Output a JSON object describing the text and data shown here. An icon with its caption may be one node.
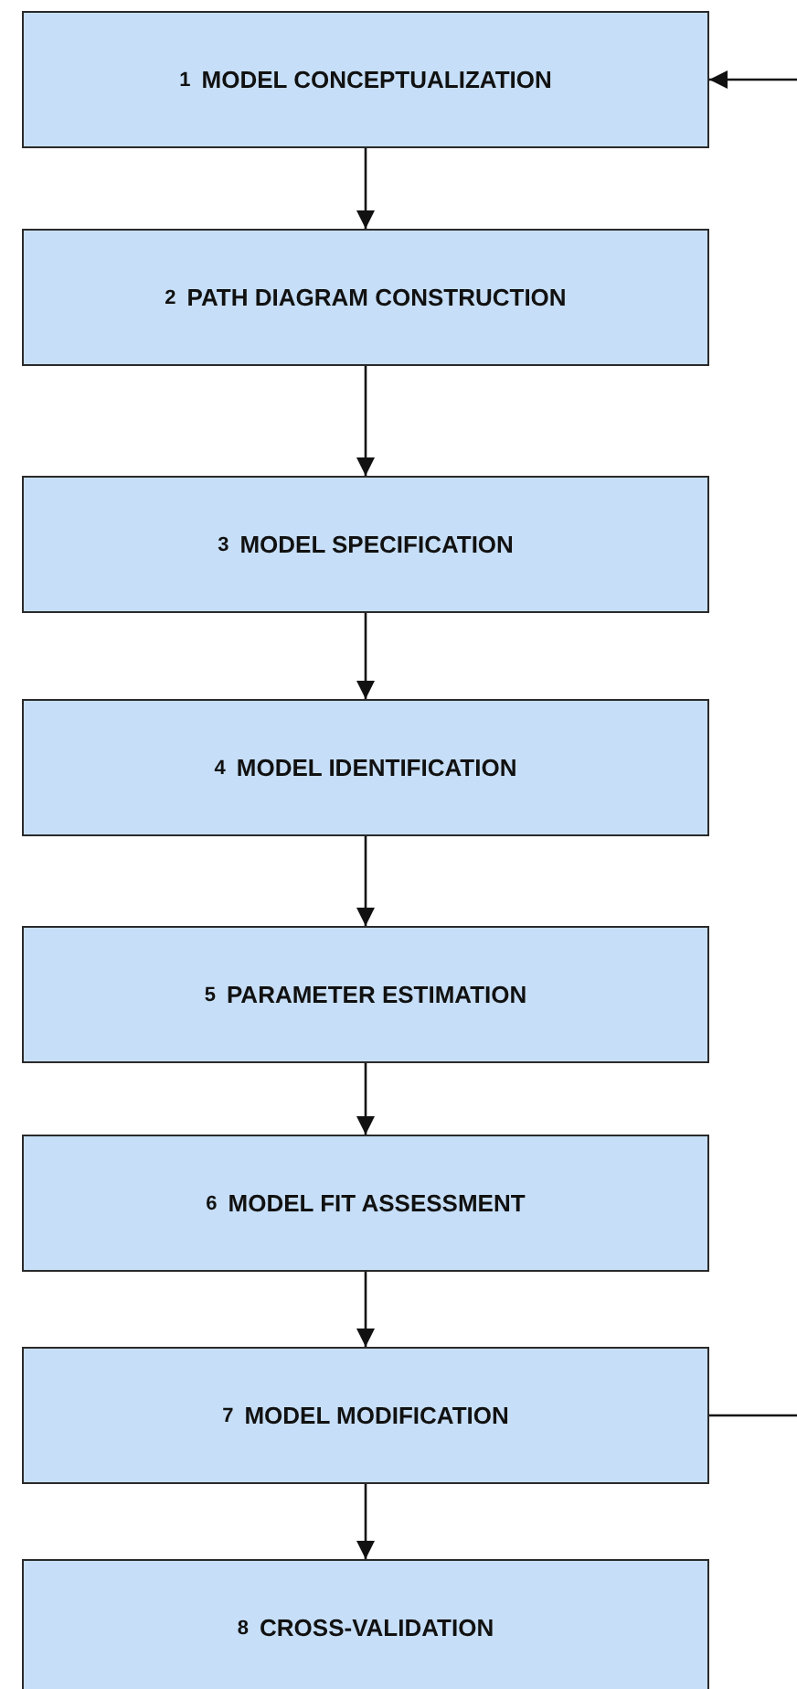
{
  "diagram": {
    "nodes": [
      {
        "text": [
          "1",
          "MODEL CONCEPTUALIZATION"
        ]
      },
      {
        "text": [
          "2",
          "PATH DIAGRAM CONSTRUCTION"
        ]
      },
      {
        "text": [
          "3",
          "MODEL SPECIFICATION"
        ]
      },
      {
        "text": [
          "4",
          "MODEL IDENTIFICATION"
        ]
      },
      {
        "text": [
          "5",
          "PARAMETER ESTIMATION"
        ]
      },
      {
        "text": [
          "6",
          "MODEL FIT ASSESSMENT"
        ]
      },
      {
        "text": [
          "7",
          "MODEL MODIFICATION"
        ]
      },
      {
        "text": [
          "8",
          "CROSS-VALIDATION"
        ]
      }
    ],
    "edges": [
      {
        "from": null,
        "to": 0,
        "arrow": "to"
      },
      {
        "from": 0,
        "to": 1,
        "arrow": "to"
      },
      {
        "from": 1,
        "to": 2,
        "arrow": "to"
      },
      {
        "from": 2,
        "to": 3,
        "arrow": "to"
      },
      {
        "from": 3,
        "to": 4,
        "arrow": "to"
      },
      {
        "from": 4,
        "to": 5,
        "arrow": "to"
      },
      {
        "from": 5,
        "to": 6,
        "arrow": "to"
      },
      {
        "from": 6,
        "to": 7,
        "arrow": "to"
      },
      {
        "from": 6,
        "to": null,
        "arrow": "none"
      }
    ]
  }
}
